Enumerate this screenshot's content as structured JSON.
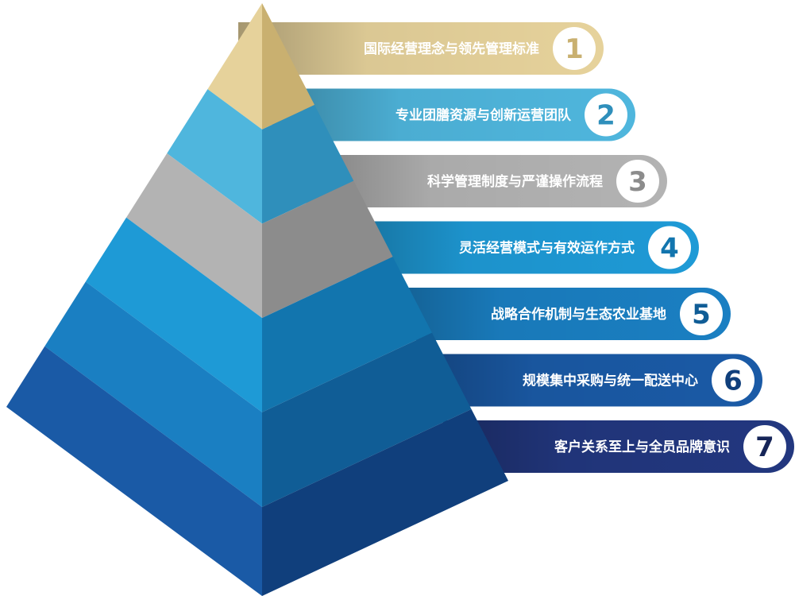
{
  "tiers": [
    {
      "number": "1",
      "label": "国际经营理念与领先管理标准",
      "color": "#e6d29b",
      "dark": "#c9b070"
    },
    {
      "number": "2",
      "label": "专业团膳资源与创新运营团队",
      "color": "#4fb6dd",
      "dark": "#2f8fbb"
    },
    {
      "number": "3",
      "label": "科学管理制度与严谨操作流程",
      "color": "#b3b3b3",
      "dark": "#8c8c8c"
    },
    {
      "number": "4",
      "label": "灵活经营模式与有效运作方式",
      "color": "#1e9ad6",
      "dark": "#1275ae"
    },
    {
      "number": "5",
      "label": "战略合作机制与生态农业基地",
      "color": "#1a7fc2",
      "dark": "#105d96"
    },
    {
      "number": "6",
      "label": "规模集中采购与统一配送中心",
      "color": "#1a5aa6",
      "dark": "#103f7c"
    },
    {
      "number": "7",
      "label": "客户关系至上与全员品牌意识",
      "color": "#22377f",
      "dark": "#162558"
    }
  ]
}
